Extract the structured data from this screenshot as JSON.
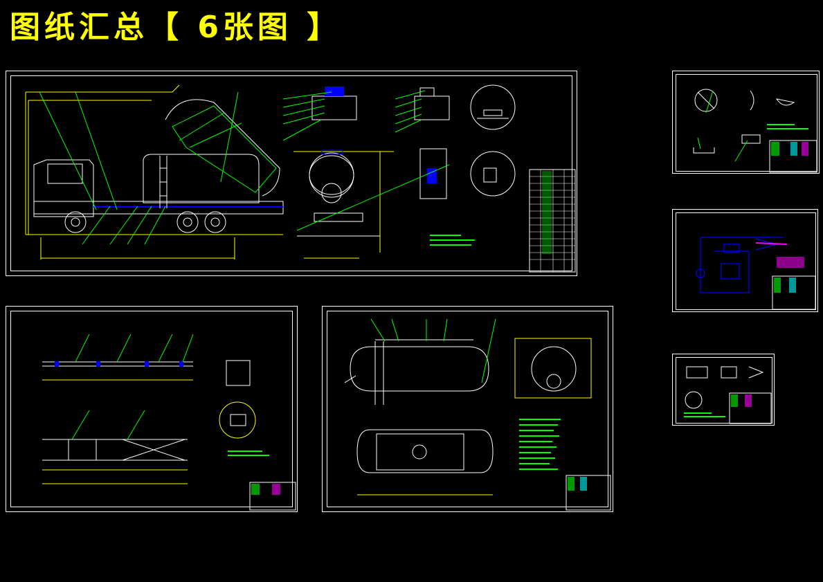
{
  "page": {
    "title": "图纸汇总【 6张图 】"
  },
  "colors": {
    "background": "#000000",
    "title": "#ffff00",
    "frame": "#ffffff",
    "outline_yellow": "#ffff00",
    "leader_green": "#00ff00",
    "part_blue": "#0000ff",
    "dim_cyan": "#00ffff",
    "accent_magenta": "#ff00ff",
    "accent_red": "#ff0000"
  },
  "drawings": [
    {
      "id": "truck-assembly",
      "subject": "tank-truck-general-assembly"
    },
    {
      "id": "small-parts-sheet",
      "subject": "small-components"
    },
    {
      "id": "hydraulic-schematic",
      "subject": "hydraulic-circuit"
    },
    {
      "id": "valve-parts-sheet",
      "subject": "valve-components"
    },
    {
      "id": "subframe-sheet",
      "subject": "sub-frame"
    },
    {
      "id": "tank-body-sheet",
      "subject": "tank-body"
    }
  ]
}
